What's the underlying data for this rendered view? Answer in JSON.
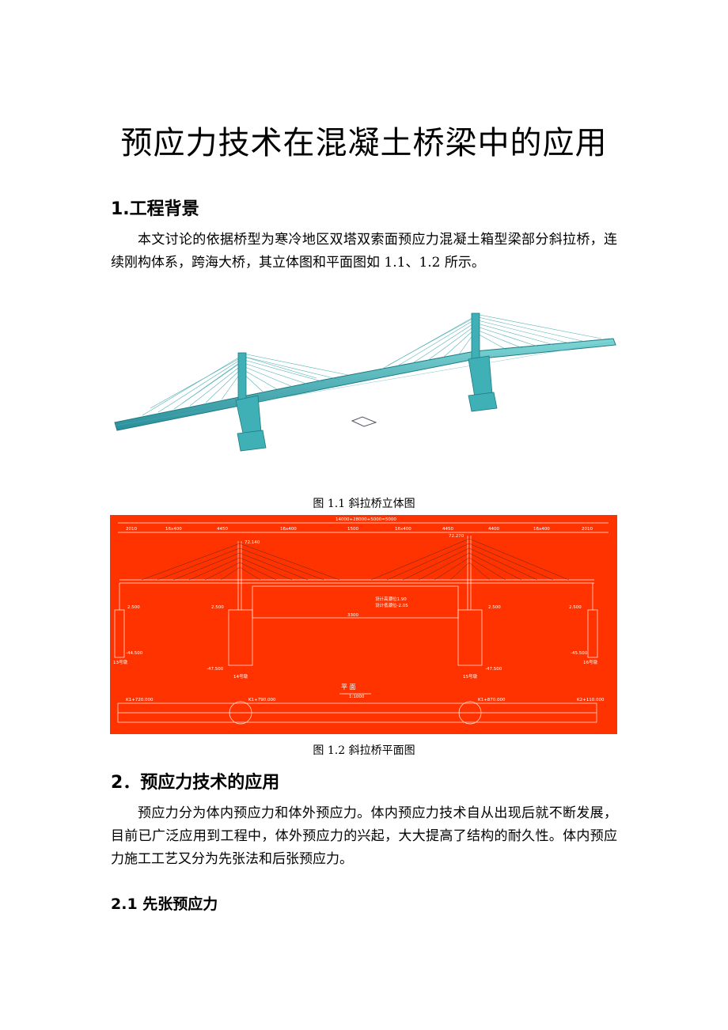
{
  "doc": {
    "title": "预应力技术在混凝土桥梁中的应用",
    "section1_heading": "1.工程背景",
    "section1_para": "本文讨论的依据桥型为寒冷地区双塔双索面预应力混凝土箱型梁部分斜拉桥，连续刚构体系，跨海大桥，其立体图和平面图如 1.1、1.2 所示。",
    "fig1_caption": "图 1.1    斜拉桥立体图",
    "fig2_caption": "图 1.2  斜拉桥平面图",
    "section2_heading": "2．预应力技术的应用",
    "section2_para": "预应力分为体内预应力和体外预应力。体内预应力技术自从出现后就不断发展，目前已广泛应用到工程中，体外预应力的兴起，大大提高了结构的耐久性。体内预应力施工工艺又分为先张法和后张预应力。",
    "section21_heading": "2.1  先张预应力"
  },
  "plan_drawing": {
    "top_total": "14000+28000+5000=5000",
    "dims": [
      "2010",
      "16x400",
      "4450",
      "16x400",
      "1500",
      "16x400",
      "4450",
      "4400",
      "16x400",
      "2010"
    ],
    "tower_left_elev": "72.140",
    "tower_right_elev": "72.270",
    "left_pier_elev": "2.500",
    "mid_left_elev": "2.500",
    "mid_right_elev": "2.500",
    "right_pier_elev": "2.500",
    "span_main": "3300",
    "water_high": "设计高潮位1.90",
    "water_low": "设计低潮位-2.05",
    "pile_left": "-44.500",
    "pile_mid_left": "-47.500",
    "pile_mid_right": "-47.500",
    "pile_right": "-45.500",
    "pier_13": "13号墩",
    "pier_14": "14号墩",
    "pier_15": "15号墩",
    "pier_16": "16号墩",
    "plan_label": "平 面",
    "plan_scale": "1:1000",
    "station_left": "K1+720.000",
    "station_mid_left": "K1+790.000",
    "station_mid_right": "K1+870.000",
    "station_right": "K2+110.000"
  },
  "colors": {
    "bridge_cyan": "#2aa6a6",
    "drawing_red": "#ff3300"
  }
}
